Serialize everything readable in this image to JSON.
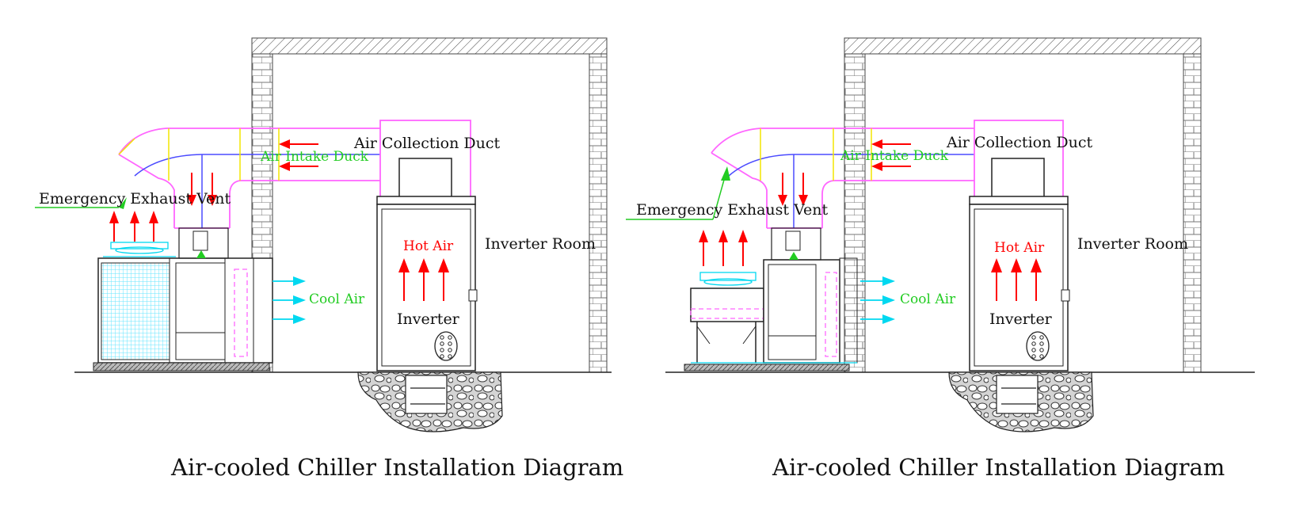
{
  "colors": {
    "duct_outer": "#ff66ff",
    "duct_inner": "#4b4bff",
    "duct_joint": "#f2e600",
    "hot_arrow": "#ff0000",
    "cool_arrow": "#00d8f0",
    "green_label": "#22cc22",
    "red_label": "#ff0000",
    "mesh": "#66e6ff",
    "line": "#222222"
  },
  "diagrams": [
    {
      "labels": {
        "air_collection_duct": "Air Collection Duct",
        "air_intake_duck": "Air Intake Duck",
        "emergency_exhaust_vent": "Emergency Exhaust Vent",
        "inverter_room": "Inverter Room",
        "hot_air": "Hot Air",
        "inverter": "Inverter",
        "cool_air": "Cool Air"
      },
      "caption": "Air-cooled Chiller Installation Diagram"
    },
    {
      "labels": {
        "air_collection_duct": "Air Collection Duct",
        "air_intake_duck": "Air Intake Duck",
        "emergency_exhaust_vent": "Emergency Exhaust Vent",
        "inverter_room": "Inverter Room",
        "hot_air": "Hot Air",
        "inverter": "Inverter",
        "cool_air": "Cool Air"
      },
      "caption": "Air-cooled Chiller Installation Diagram"
    }
  ]
}
